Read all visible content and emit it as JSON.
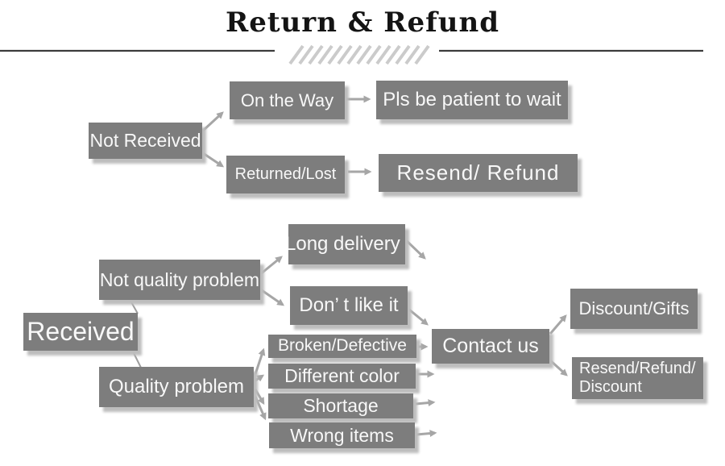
{
  "title": {
    "text": "Return & Refund"
  },
  "colors": {
    "box_fill": "#7d7d7d",
    "box_text": "#f8f8f8",
    "box_shadow": "#bdbdbd",
    "arrow": "#a6a6a6",
    "title_text": "#141414",
    "rule": "#3c3c3c",
    "hatch": "#cbcbcb"
  },
  "nodes": {
    "not_received": {
      "label": "Not Received"
    },
    "on_the_way": {
      "label": "On the Way"
    },
    "pls_wait": {
      "label": "Pls be patient to wait"
    },
    "returned_lost": {
      "label": "Returned/Lost"
    },
    "resend_refund": {
      "label": "Resend/ Refund"
    },
    "received": {
      "label": "Received"
    },
    "not_quality_problem": {
      "label": "Not quality problem"
    },
    "quality_problem": {
      "label": "Quality problem"
    },
    "long_delivery": {
      "label": "Long delivery"
    },
    "dont_like_it": {
      "label": "Don’ t like it"
    },
    "broken_defective": {
      "label": "Broken/Defective"
    },
    "different_color": {
      "label": "Different color"
    },
    "shortage": {
      "label": "Shortage"
    },
    "wrong_items": {
      "label": "Wrong items"
    },
    "contact_us": {
      "label": "Contact us"
    },
    "discount_gifts": {
      "label": "Discount/Gifts"
    },
    "resend_refund_discount": {
      "label": "Resend/Refund/\nDiscount"
    }
  },
  "edges": [
    {
      "from": "Not Received",
      "to": "On the Way"
    },
    {
      "from": "Not Received",
      "to": "Returned/Lost"
    },
    {
      "from": "On the Way",
      "to": "Pls be patient to wait"
    },
    {
      "from": "Returned/Lost",
      "to": "Resend/ Refund"
    },
    {
      "from": "Received",
      "to": "Not quality problem"
    },
    {
      "from": "Received",
      "to": "Quality problem"
    },
    {
      "from": "Not quality problem",
      "to": "Long delivery"
    },
    {
      "from": "Not quality problem",
      "to": "Don’ t like it"
    },
    {
      "from": "Long delivery",
      "to": "Contact us"
    },
    {
      "from": "Don’ t like it",
      "to": "Contact us"
    },
    {
      "from": "Quality problem",
      "to": "Broken/Defective"
    },
    {
      "from": "Quality problem",
      "to": "Different color"
    },
    {
      "from": "Quality problem",
      "to": "Shortage"
    },
    {
      "from": "Quality problem",
      "to": "Wrong items"
    },
    {
      "from": "Broken/Defective",
      "to": "Contact us"
    },
    {
      "from": "Different color",
      "to": "Contact us"
    },
    {
      "from": "Shortage",
      "to": "Contact us"
    },
    {
      "from": "Wrong items",
      "to": "Contact us"
    },
    {
      "from": "Contact us",
      "to": "Discount/Gifts"
    },
    {
      "from": "Contact us",
      "to": "Resend/Refund/Discount"
    }
  ]
}
